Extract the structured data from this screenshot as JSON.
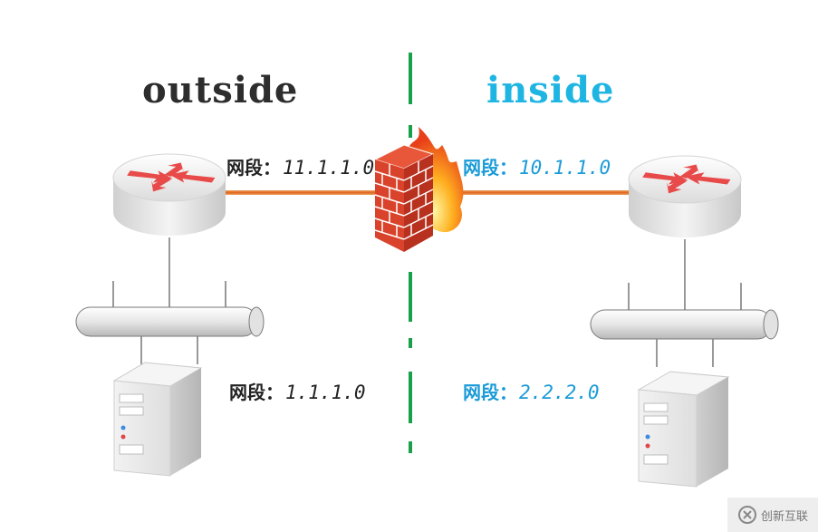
{
  "headings": {
    "outside": "outside",
    "inside": "inside"
  },
  "segments": {
    "label": "网段：",
    "outside_wan": "11.1.1.0",
    "inside_wan": "10.1.1.0",
    "outside_lan": "1.1.1.0",
    "inside_lan": "2.2.2.0"
  },
  "colors": {
    "divider": "#1aa04b",
    "inside_accent": "#1fb5e3",
    "link_line": "#e07a2e",
    "router_arrows": "#e84a4a"
  },
  "icons": [
    "router-icon",
    "firewall-icon",
    "switch-bus-icon",
    "server-icon"
  ],
  "watermark": {
    "text": "创新互联"
  }
}
